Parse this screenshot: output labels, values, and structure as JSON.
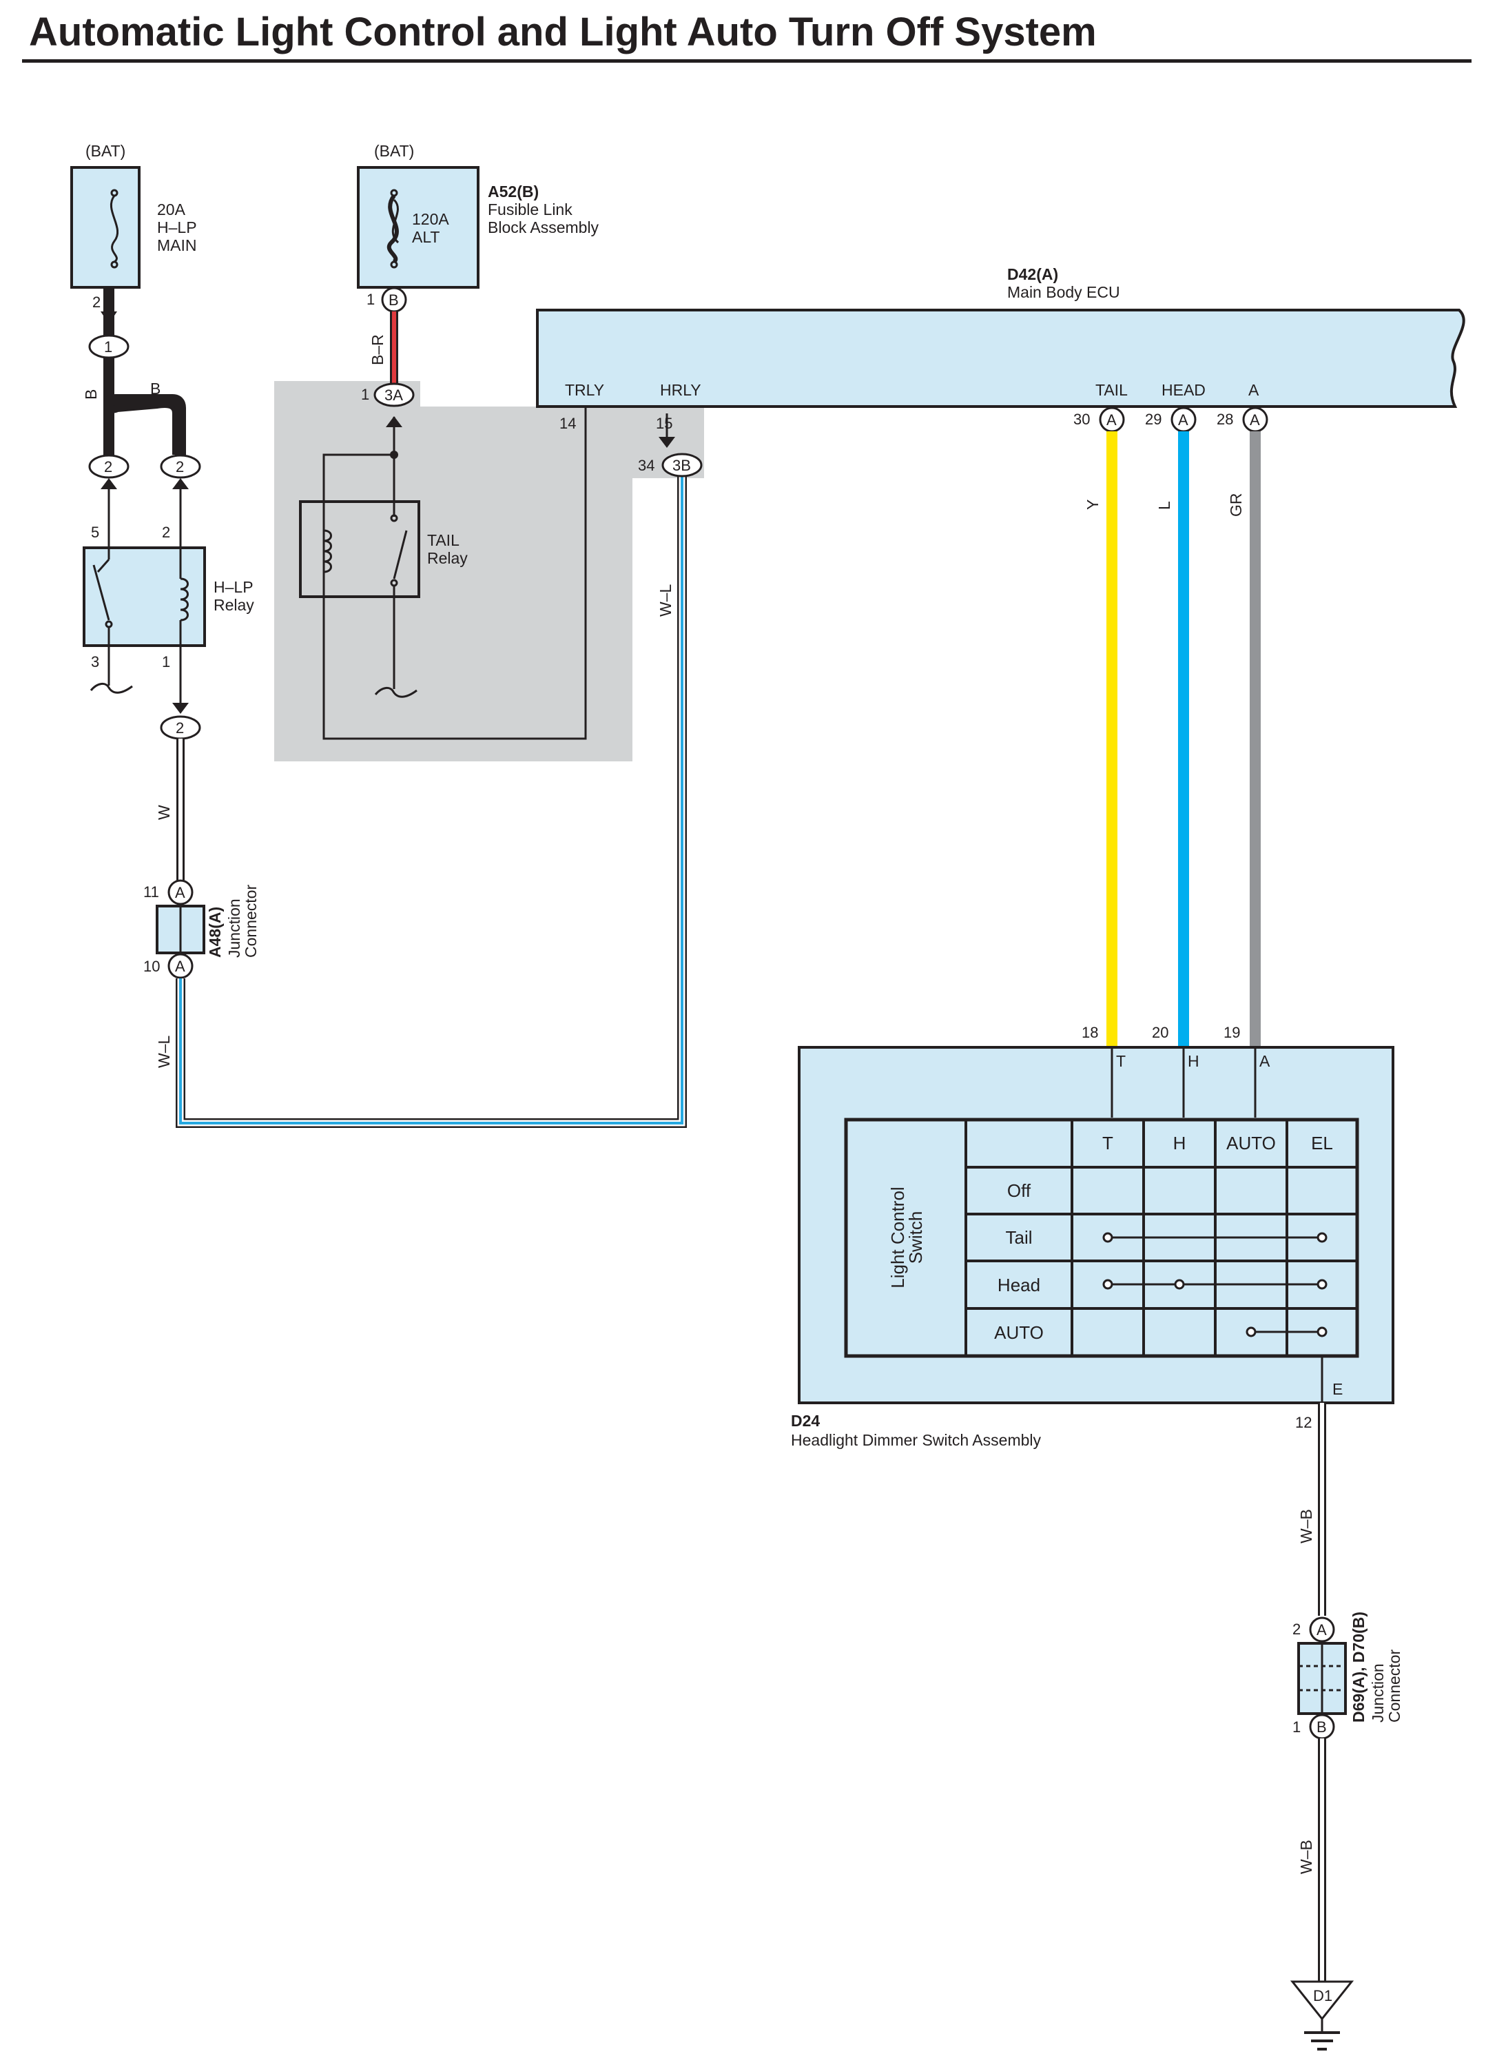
{
  "title": "Automatic Light Control and Light Auto Turn Off System",
  "battery": {
    "label": "(BAT)"
  },
  "fuse_hlp_main": {
    "line1": "20A",
    "line2": "H–LP",
    "line3": "MAIN"
  },
  "fusible_link": {
    "line1": "120A",
    "line2": "ALT"
  },
  "a52": {
    "code": "A52(B)",
    "line1": "Fusible Link",
    "line2": "Block Assembly"
  },
  "d42": {
    "code": "D42(A)",
    "name": "Main Body ECU",
    "terminals": {
      "trly": "TRLY",
      "hrly": "HRLY",
      "tail": "TAIL",
      "head": "HEAD",
      "a": "A"
    }
  },
  "hlp_relay": {
    "line1": "H–LP",
    "line2": "Relay"
  },
  "tail_relay": {
    "line1": "TAIL",
    "line2": "Relay"
  },
  "a48": {
    "code": "A48(A)",
    "line1": "Junction",
    "line2": "Connector"
  },
  "d24": {
    "code": "D24",
    "name": "Headlight Dimmer Switch Assembly",
    "terminals": {
      "t": "T",
      "h": "H",
      "a": "A",
      "e": "E"
    }
  },
  "light_switch": {
    "label_line1": "Light Control",
    "label_line2": "Switch",
    "columns": [
      "T",
      "H",
      "AUTO",
      "EL"
    ],
    "rows": [
      "Off",
      "Tail",
      "Head",
      "AUTO"
    ]
  },
  "d69": {
    "code": "D69(A), D70(B)",
    "line1": "Junction",
    "line2": "Connector"
  },
  "ground": {
    "label": "D1"
  },
  "wires": {
    "b": "B",
    "br": "B–R",
    "w": "W",
    "wl": "W–L",
    "y": "Y",
    "l": "L",
    "gr": "GR",
    "wb": "W–B"
  },
  "wire_colors": {
    "black": "#231f20",
    "red": "#e03a3e",
    "white": "#ffffff",
    "blue": "#27a9e1",
    "yellow": "#ffe600",
    "light_blue": "#00aeef",
    "gray": "#939598"
  },
  "connectors": {
    "c1": "1",
    "c2": "2",
    "c3a": "3A",
    "c3b": "3B",
    "ca": "A",
    "cb": "B"
  },
  "pins": {
    "p1": "1",
    "p2": "2",
    "p3": "3",
    "p5": "5",
    "p10": "10",
    "p11": "11",
    "p12": "12",
    "p14": "14",
    "p15": "15",
    "p18": "18",
    "p19": "19",
    "p20": "20",
    "p28": "28",
    "p29": "29",
    "p30": "30",
    "p34": "34"
  }
}
